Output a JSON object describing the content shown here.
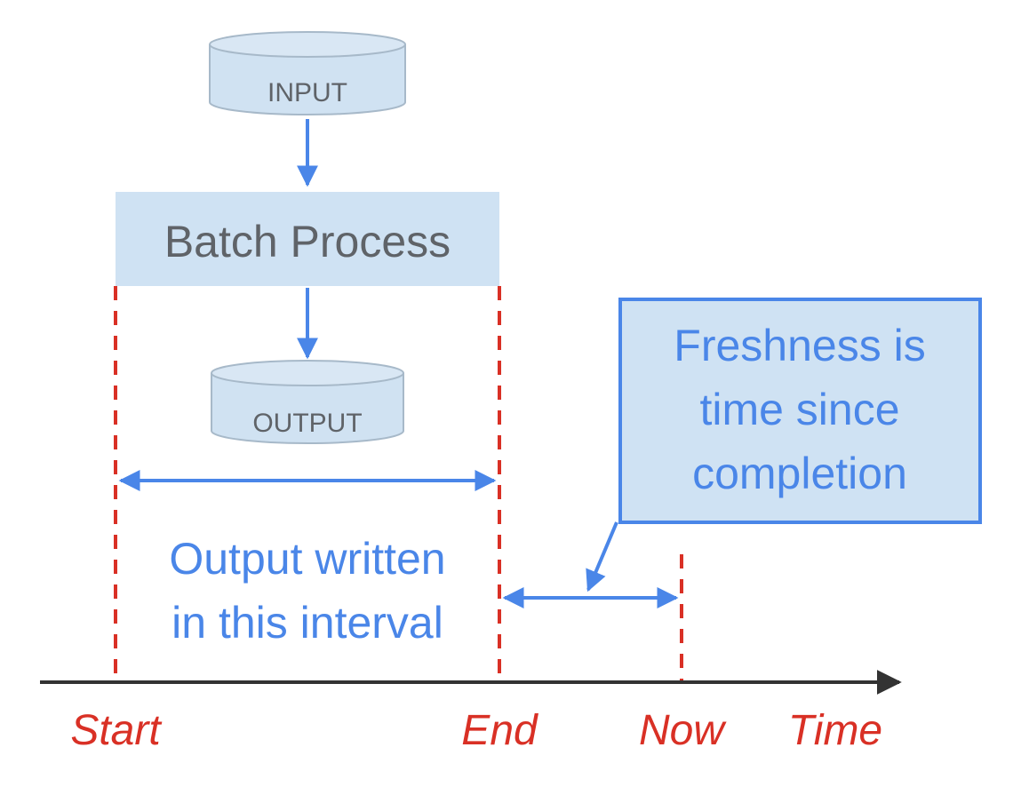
{
  "diagram": {
    "input_label": "INPUT",
    "process_label": "Batch Process",
    "output_label": "OUTPUT",
    "interval_text": [
      "Output written",
      "in this interval"
    ],
    "callout_text": [
      "Freshness is",
      "time since",
      "completion"
    ],
    "axis_labels": {
      "start": "Start",
      "end": "End",
      "now": "Now",
      "time": "Time"
    },
    "colors": {
      "box_fill": "#d0e2f2",
      "box_stroke": "#a7b9c9",
      "arrow_blue": "#4a86e8",
      "marker_red": "#d93025",
      "axis_dark": "#333333",
      "label_gray": "#5f6368"
    }
  }
}
